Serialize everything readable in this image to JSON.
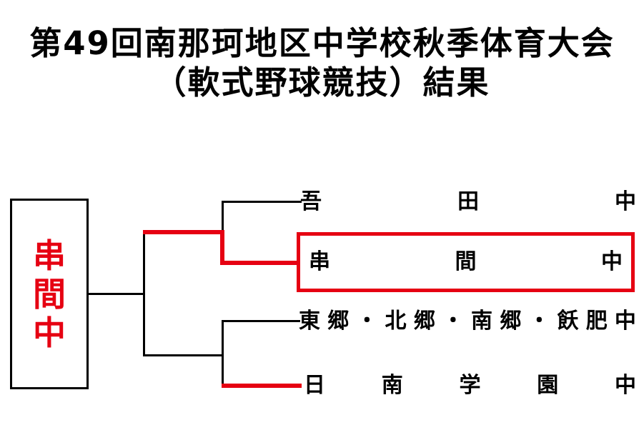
{
  "title": {
    "line1": "第49回南那珂地区中学校秋季体育大会",
    "line2": "（軟式野球競技）結果"
  },
  "champion": {
    "name": "串間中"
  },
  "bracket": {
    "teams": [
      {
        "name": "吾田中",
        "line_color": "black",
        "framed": false
      },
      {
        "name": "串間中",
        "line_color": "red",
        "framed": true
      },
      {
        "name": "東郷・北郷・南郷・飫肥中",
        "line_color": "black",
        "framed": false
      },
      {
        "name": "日南学園中",
        "line_color": "red",
        "framed": false
      }
    ]
  },
  "colors": {
    "winner_path": "#e60012",
    "line": "#000000"
  }
}
